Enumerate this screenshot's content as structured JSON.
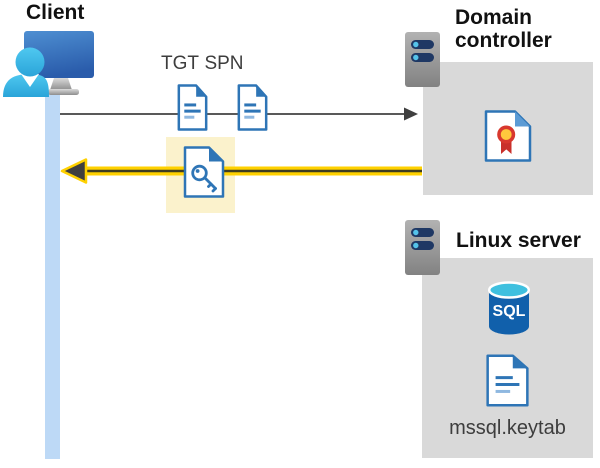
{
  "client": {
    "label": "Client"
  },
  "flow": {
    "tgt_label": "TGT",
    "spn_label": "SPN"
  },
  "domain_controller": {
    "label": "Domain controller"
  },
  "linux_server": {
    "label": "Linux server",
    "keytab_filename": "mssql.keytab"
  },
  "sql": {
    "icon_text": "SQL"
  },
  "colors": {
    "client_bar_blue": "#BDD9F6",
    "panel_gray": "#D9D9D9",
    "highlight_yellow": "#FBF2CC",
    "doc_blue": "#2E75B6",
    "doc_fold_light": "#5B9BD5",
    "doc_line_light": "#8FB8E0",
    "arrow_gray": "#595959",
    "arrow_head_dark": "#3F3F3F",
    "arrow_yellow": "#FFD100",
    "arrow_core_dark": "#3E3D20",
    "server_bar_navy": "#1F3864",
    "server_dot_cyan": "#55C3EA",
    "sql_body_blue": "#1160AB",
    "sql_top_cyan": "#3FC0DF",
    "cert_red": "#D8382E",
    "cert_ribbon_red": "#C9302B",
    "cert_seal_yellow": "#FFC83D",
    "title_text": "#111111",
    "label_text": "#3D3D3D"
  }
}
